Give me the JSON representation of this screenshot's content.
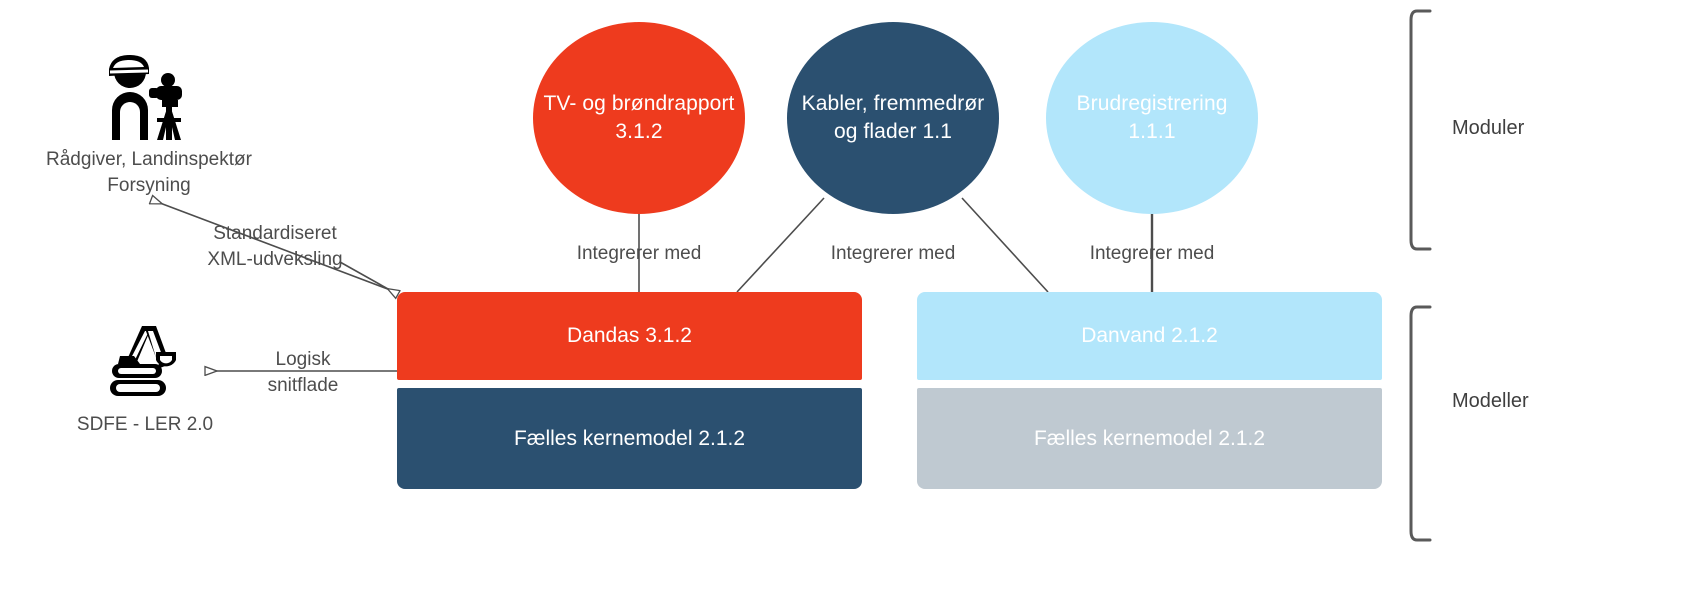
{
  "diagram": {
    "title": "Dandas / Danvand modul- og modelarkitektur",
    "background": "#ffffff",
    "colors": {
      "orange": "#EE3B1E",
      "dark_blue": "#2B5070",
      "light_blue": "#B2E6FB",
      "grey": "#BFC9D1",
      "line": "#4d4d4d",
      "text": "#4d4d4d"
    }
  },
  "actors": [
    {
      "id": "surveyor",
      "icon": "surveyor-icon",
      "label": "Rådgiver, Landinspektør\nForsyning"
    },
    {
      "id": "excavator",
      "icon": "excavator-icon",
      "label": "SDFE - LER 2.0"
    }
  ],
  "modules": [
    {
      "id": "tv-brondrapport",
      "label": "TV- og\nbrøndrapport 3.1.2",
      "color": "#EE3B1E"
    },
    {
      "id": "kabler-flader",
      "label": "Kabler, fremmedrør\nog flader 1.1",
      "color": "#2B5070"
    },
    {
      "id": "brudregistrering",
      "label": "Brudregistrering\n1.1.1",
      "color": "#B2E6FB"
    }
  ],
  "models": [
    {
      "id": "dandas",
      "label": "Dandas 3.1.2",
      "color": "#EE3B1E"
    },
    {
      "id": "dandas-core",
      "label": "Fælles kernemodel 2.1.2",
      "color": "#2B5070"
    },
    {
      "id": "danvand",
      "label": "Danvand 2.1.2",
      "color": "#B2E6FB"
    },
    {
      "id": "danvand-core",
      "label": "Fælles kernemodel 2.1.2",
      "color": "#BFC9D1"
    }
  ],
  "edge_labels": {
    "integrerer_1": "Integrerer med",
    "integrerer_2": "Integrerer med",
    "integrerer_3": "Integrerer med",
    "xml_exchange": "Standardiseret\nXML-udveksling",
    "logical_interface": "Logisk\nsnitflade"
  },
  "groups": [
    {
      "id": "moduler",
      "label": "Moduler"
    },
    {
      "id": "modeller",
      "label": "Modeller"
    }
  ]
}
